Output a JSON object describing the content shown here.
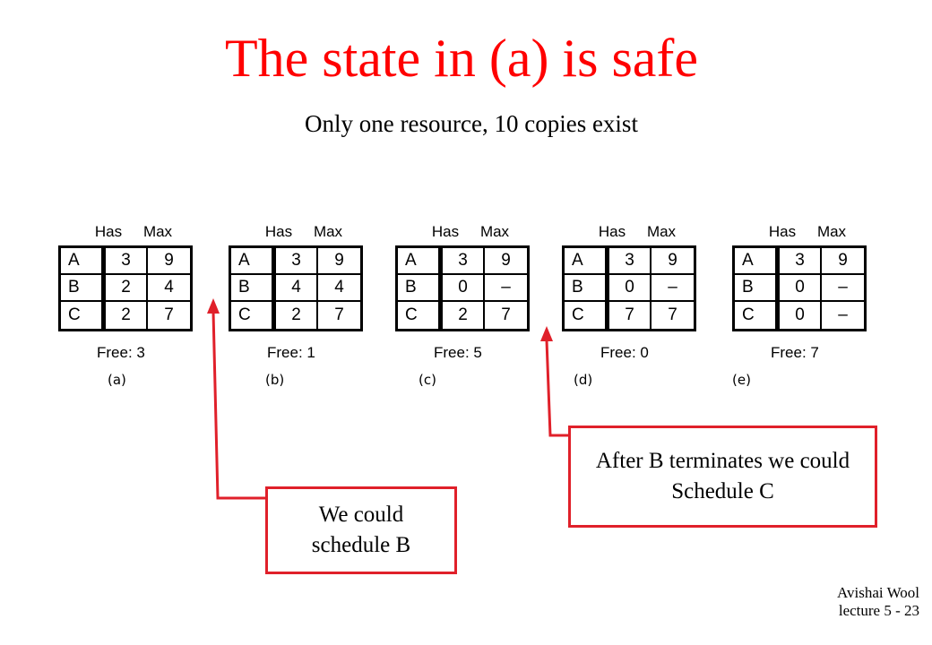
{
  "title": "The state in (a) is safe",
  "subtitle": "Only one resource, 10 copies exist",
  "headers": {
    "has": "Has",
    "max": "Max"
  },
  "states": [
    {
      "label": "(a)",
      "free": "Free: 3",
      "rows": [
        [
          "A",
          "3",
          "9"
        ],
        [
          "B",
          "2",
          "4"
        ],
        [
          "C",
          "2",
          "7"
        ]
      ]
    },
    {
      "label": "(b)",
      "free": "Free: 1",
      "rows": [
        [
          "A",
          "3",
          "9"
        ],
        [
          "B",
          "4",
          "4"
        ],
        [
          "C",
          "2",
          "7"
        ]
      ]
    },
    {
      "label": "(c)",
      "free": "Free: 5",
      "rows": [
        [
          "A",
          "3",
          "9"
        ],
        [
          "B",
          "0",
          "–"
        ],
        [
          "C",
          "2",
          "7"
        ]
      ]
    },
    {
      "label": "(d)",
      "free": "Free: 0",
      "rows": [
        [
          "A",
          "3",
          "9"
        ],
        [
          "B",
          "0",
          "–"
        ],
        [
          "C",
          "7",
          "7"
        ]
      ]
    },
    {
      "label": "(e)",
      "free": "Free: 7",
      "rows": [
        [
          "A",
          "3",
          "9"
        ],
        [
          "B",
          "0",
          "–"
        ],
        [
          "C",
          "0",
          "–"
        ]
      ]
    }
  ],
  "callouts": {
    "schedule_b": "We could schedule B",
    "schedule_c": "After B terminates we could Schedule C"
  },
  "footer": {
    "author": "Avishai Wool",
    "slide": "lecture 5  - 23"
  },
  "colors": {
    "title": "#ff0000",
    "callout_border": "#e0202a",
    "arrow": "#e0202a"
  }
}
